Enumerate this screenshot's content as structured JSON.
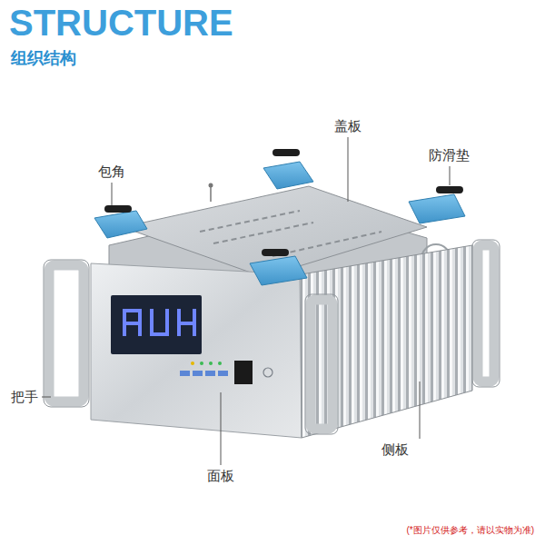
{
  "diagram": {
    "title": "STRUCTURE",
    "caption": "(*图片仅供参考，请以实物为准)",
    "labels": [
      "组织结构",
      "盖板",
      "防滑垫",
      "包角",
      "把手",
      "侧板",
      "面板"
    ]
  }
}
